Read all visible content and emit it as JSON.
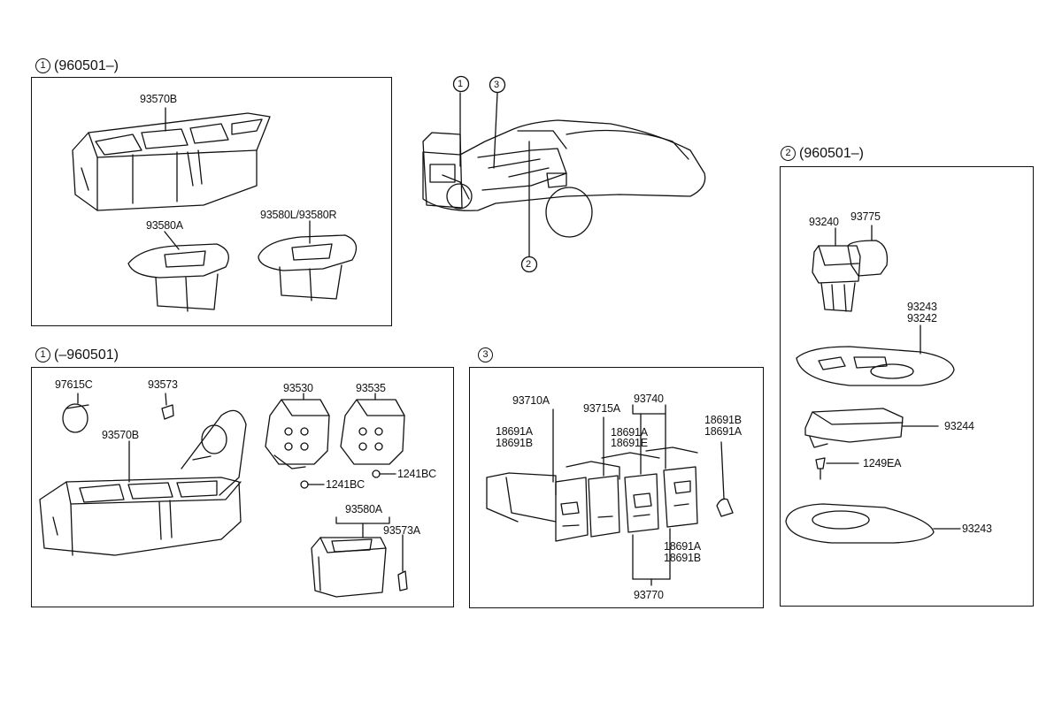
{
  "sections": {
    "s1_new": {
      "num": "1",
      "label": "(960501–)"
    },
    "s1_old": {
      "num": "1",
      "label": "(–960501)"
    },
    "s2": {
      "num": "2",
      "label": "(960501–)"
    },
    "s3": {
      "num": "3"
    }
  },
  "car_callouts": [
    "1",
    "3",
    "2"
  ],
  "box1": {
    "main_switch": "93570B",
    "sub_switch": "93580A",
    "lr_switch": "93580L/93580R"
  },
  "box1old": {
    "clip": "97615C",
    "screw": "93573",
    "main_switch": "93570B",
    "sw_a": "93530",
    "sw_b": "93535",
    "bolt_a": "1241BC",
    "bolt_b": "1241BC",
    "assy": "93580A",
    "screw_b": "93573A"
  },
  "box3": {
    "p1": "93710A",
    "b1": "18691A",
    "b2": "18691B",
    "p2": "93715A",
    "p3": "93740",
    "b3": "18691A",
    "b4": "18691E",
    "b5": "18691B",
    "b6": "18691A",
    "b7": "18691A",
    "b8": "18691B",
    "p4": "93770"
  },
  "box2": {
    "p1": "93240",
    "p2": "93775",
    "p3": "93243",
    "p4": "93242",
    "p5": "93244",
    "p6": "1249EA",
    "p7": "93243"
  }
}
